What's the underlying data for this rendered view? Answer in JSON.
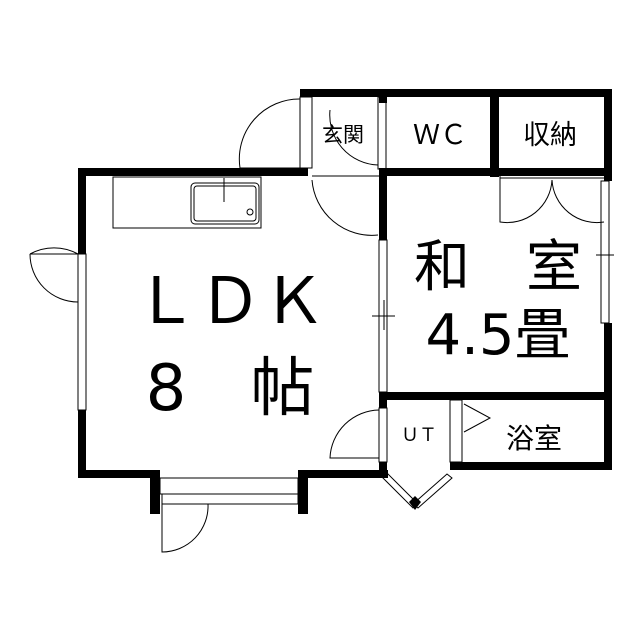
{
  "rooms": {
    "entrance": {
      "label": "玄関"
    },
    "toilet": {
      "label": "ＷＣ"
    },
    "storage": {
      "label": "収納"
    },
    "japanese_room": {
      "line1": "和　室",
      "line2": "4.5畳"
    },
    "ldk": {
      "line1": "ＬＤＫ",
      "line2": "8　帖"
    },
    "washroom": {
      "label": "ＵＴ"
    },
    "bathroom": {
      "label": "浴室"
    }
  },
  "colors": {
    "wall": "#000000",
    "background": "#ffffff"
  }
}
